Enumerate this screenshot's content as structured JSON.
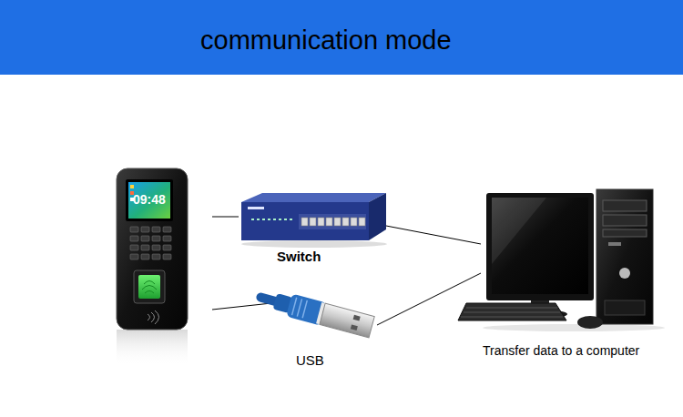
{
  "diagram": {
    "title": "communication mode",
    "nodes": [
      {
        "text": [
          "09:48"
        ]
      },
      {
        "text": [
          "Switch"
        ]
      },
      {
        "text": [
          "USB"
        ]
      },
      {
        "text": [
          "Transfer data to a computer"
        ]
      }
    ],
    "edges": [
      {
        "from": 0,
        "to": 1,
        "arrow": "none"
      },
      {
        "from": 0,
        "to": 2,
        "arrow": "none"
      },
      {
        "from": 1,
        "to": 3,
        "arrow": "none"
      },
      {
        "from": 2,
        "to": 3,
        "arrow": "none"
      }
    ]
  }
}
